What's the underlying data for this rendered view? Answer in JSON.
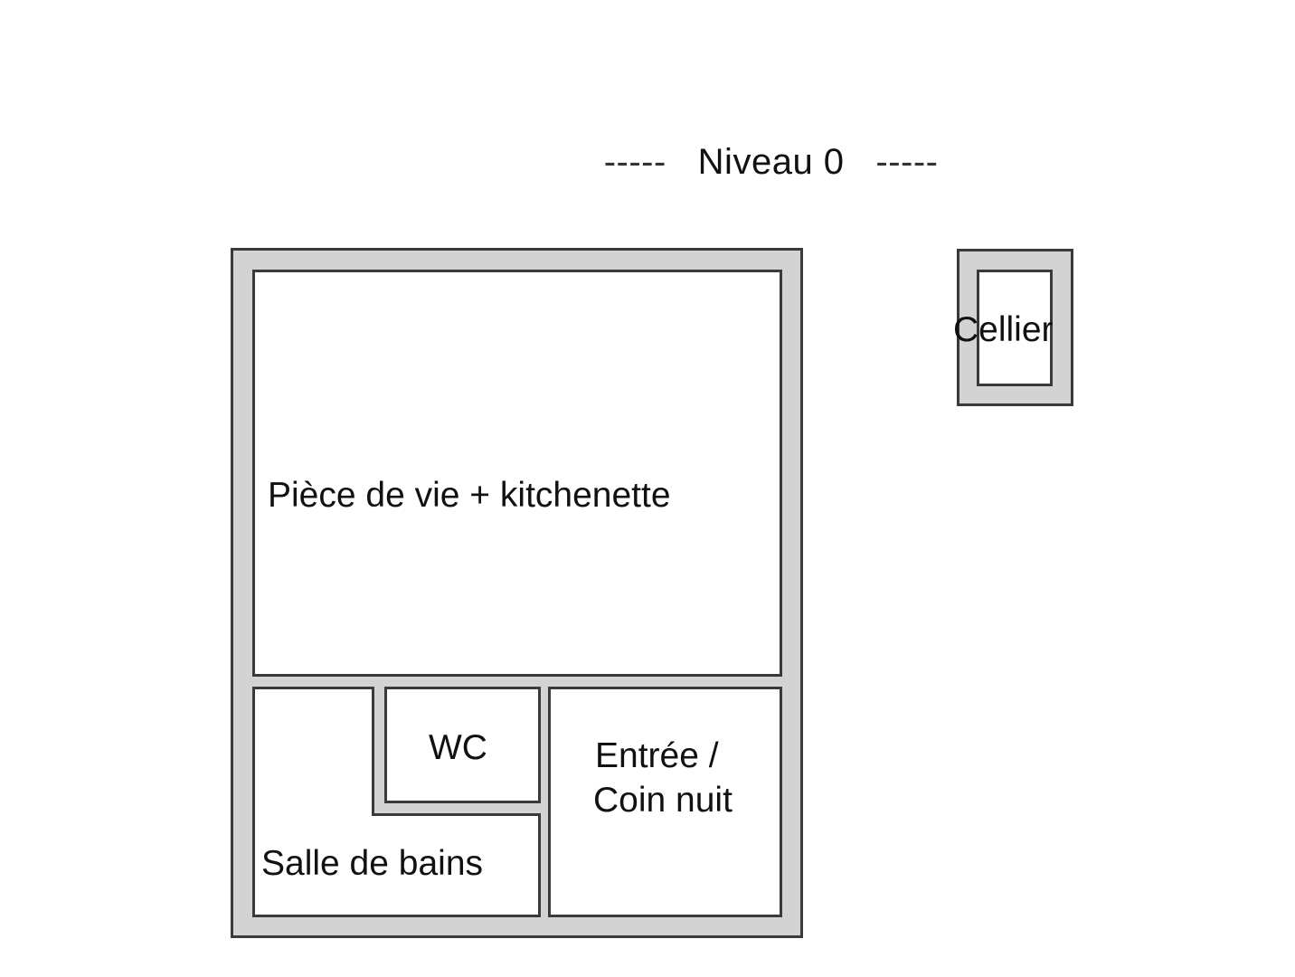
{
  "title": {
    "dashes_left": "-----",
    "text": "Niveau 0",
    "dashes_right": "-----"
  },
  "colors": {
    "wall_fill": "#d3d3d3",
    "wall_stroke": "#3a3a3a",
    "room_fill": "#ffffff",
    "text": "#111111"
  },
  "rooms": [
    {
      "id": "piece-de-vie",
      "label": "Pièce de vie + kitchenette"
    },
    {
      "id": "wc",
      "label": "WC"
    },
    {
      "id": "salle-de-bains",
      "label": "Salle de bains"
    },
    {
      "id": "entree",
      "label_line1": "Entrée /",
      "label_line2": "Coin nuit"
    },
    {
      "id": "cellier",
      "label": "Cellier"
    }
  ]
}
